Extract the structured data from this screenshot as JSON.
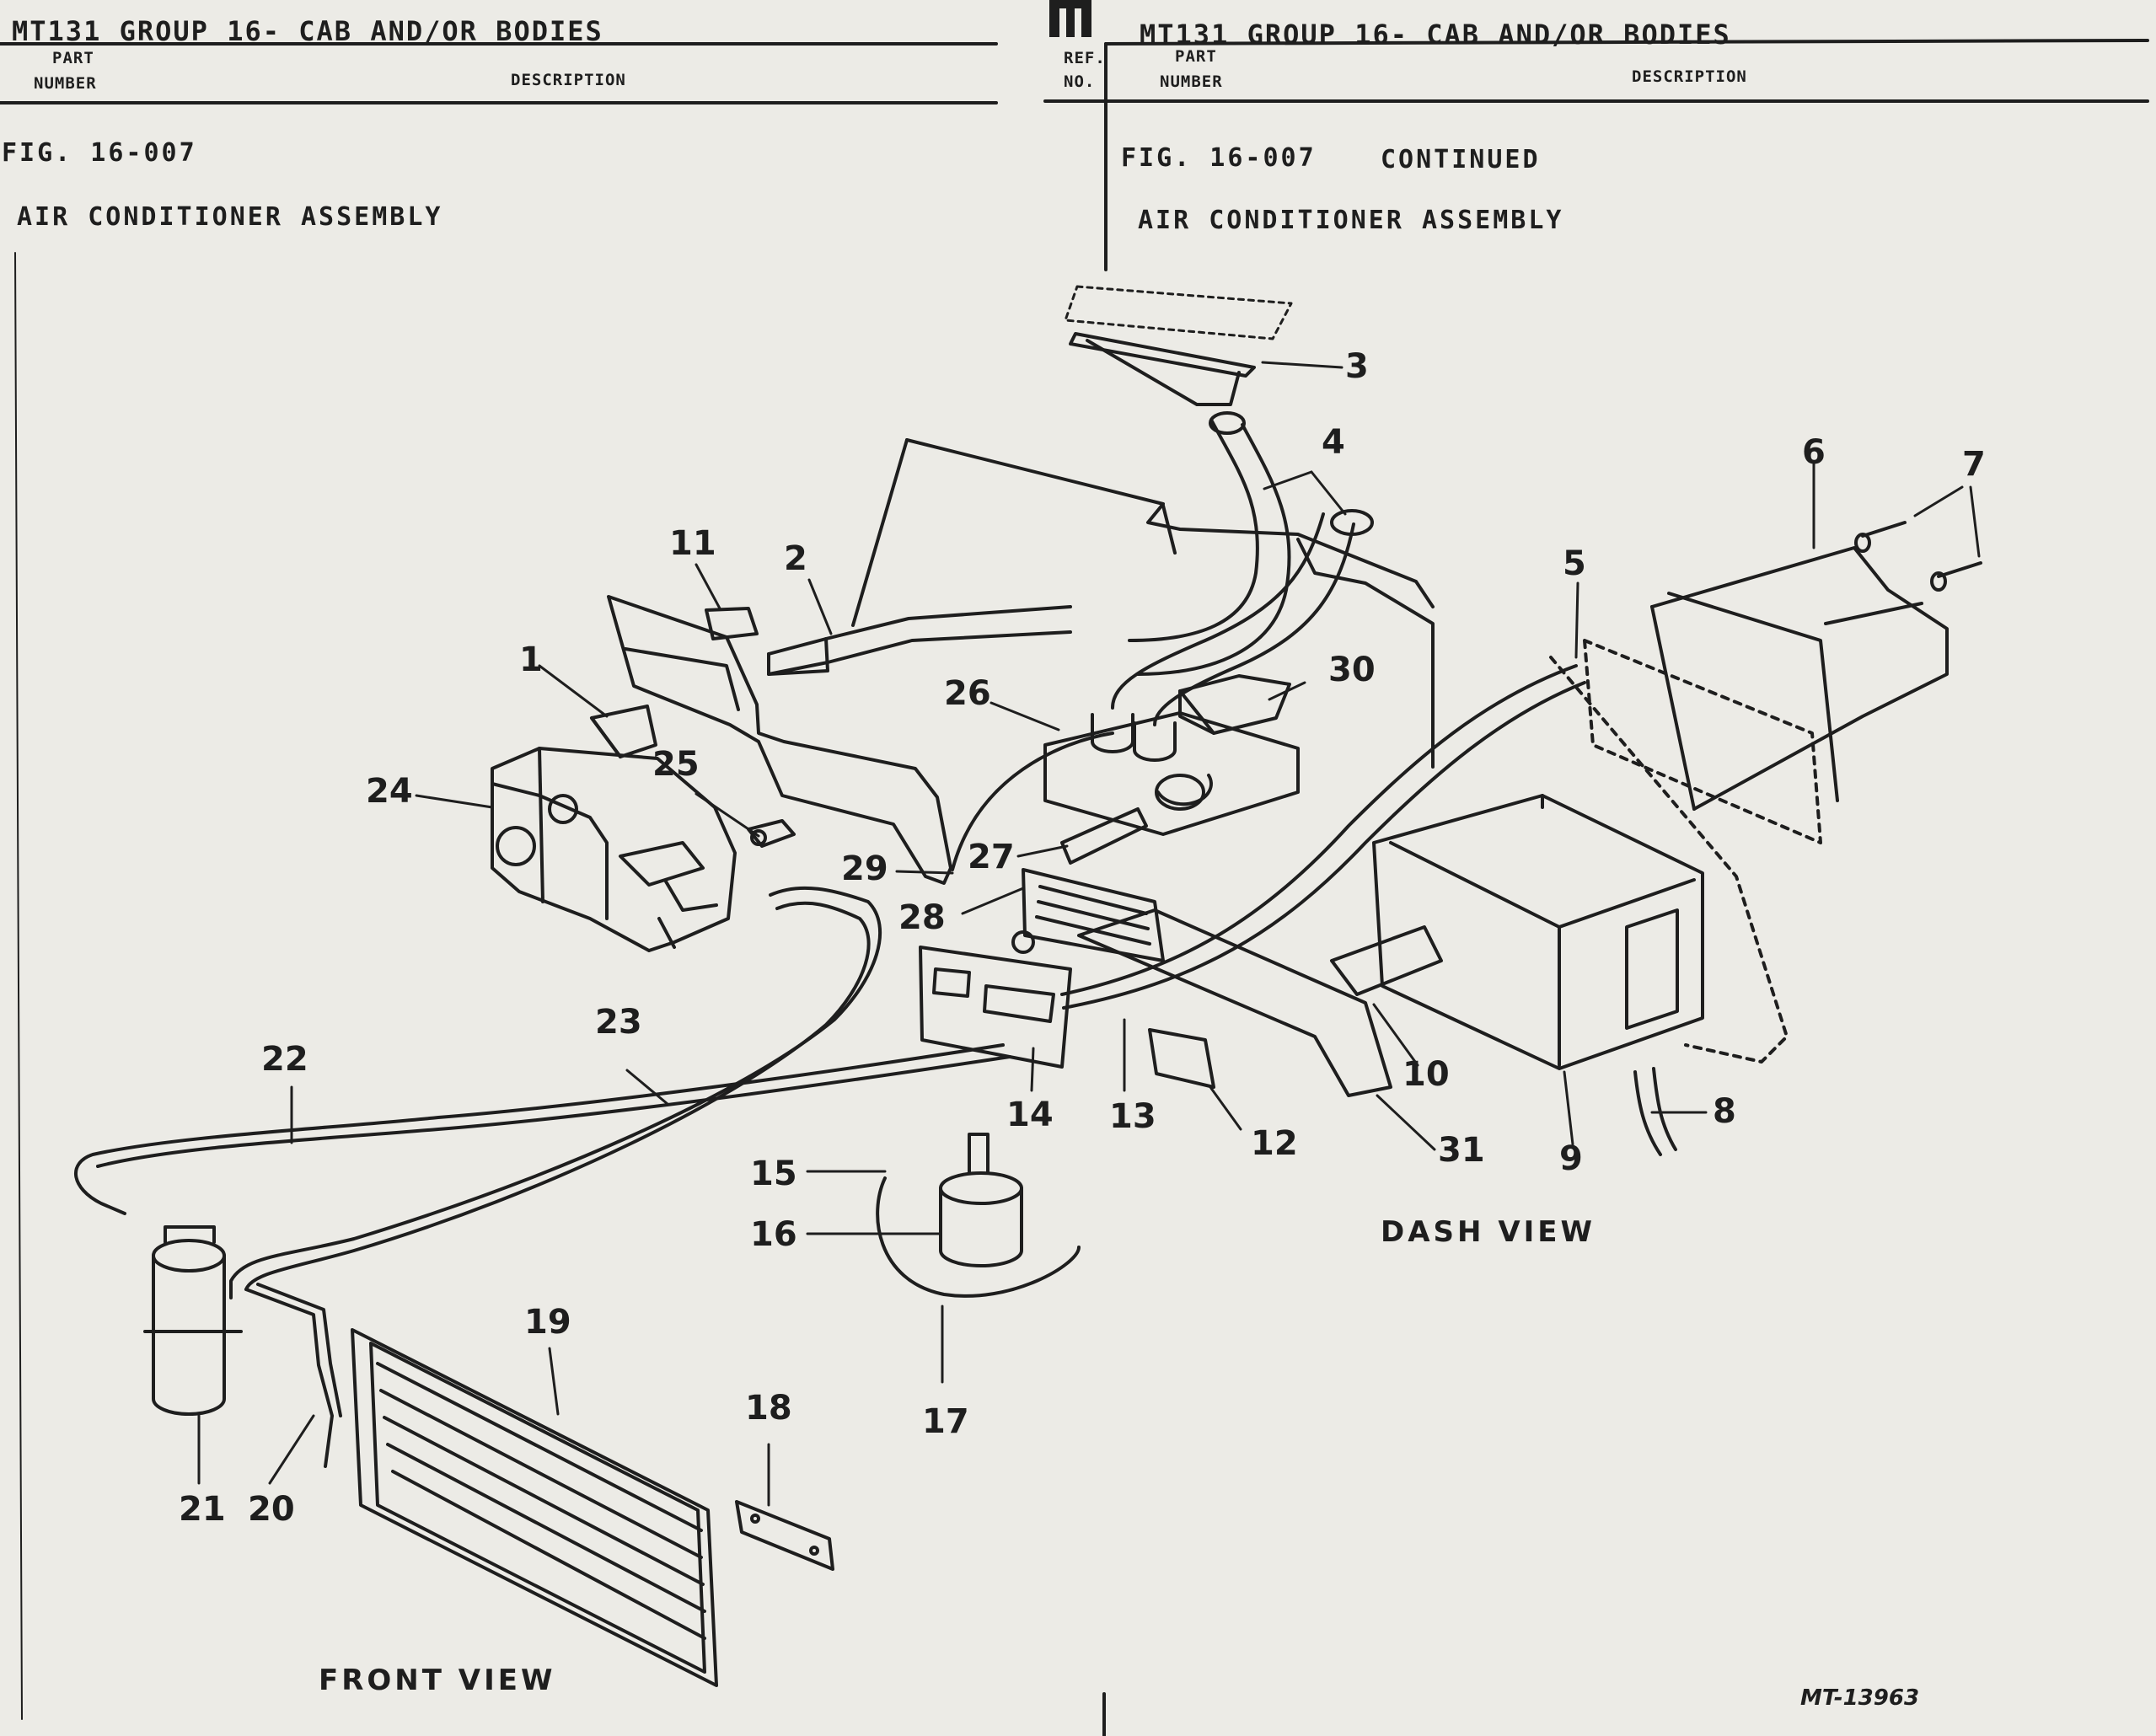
{
  "left_column": {
    "header_title": "MT131 GROUP 16- CAB AND/OR BODIES",
    "col_part": "PART",
    "col_number": "NUMBER",
    "col_description": "DESCRIPTION",
    "fig_title": "FIG. 16-007",
    "assembly_title": "AIR CONDITIONER ASSEMBLY"
  },
  "right_column": {
    "header_title": "MT131 GROUP 16- CAB AND/OR BODIES",
    "col_ref": "REF.",
    "col_no": "NO.",
    "col_part": "PART",
    "col_number": "NUMBER",
    "col_description": "DESCRIPTION",
    "fig_title": "FIG. 16-007",
    "fig_continued": "CONTINUED",
    "assembly_title": "AIR CONDITIONER ASSEMBLY"
  },
  "diagram": {
    "dash_view_label": "DASH VIEW",
    "front_view_label": "FRONT VIEW",
    "drawing_number": "MT-13963",
    "callouts": [
      "1",
      "2",
      "3",
      "4",
      "5",
      "6",
      "7",
      "8",
      "9",
      "10",
      "11",
      "12",
      "13",
      "14",
      "15",
      "16",
      "17",
      "18",
      "19",
      "20",
      "21",
      "22",
      "23",
      "24",
      "25",
      "26",
      "27",
      "28",
      "29",
      "30",
      "31"
    ]
  }
}
